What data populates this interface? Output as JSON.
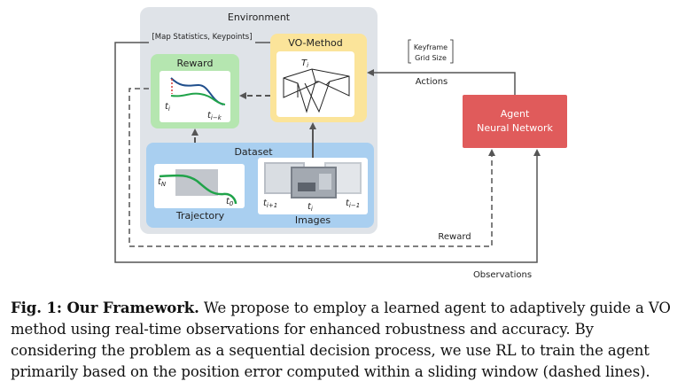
{
  "diagram": {
    "environment_label": "Environment",
    "map_stats_label": "[Map Statistics, Keypoints]",
    "vo_method_label": "VO-Method",
    "vo_t_label": "T",
    "vo_t_sub": "i",
    "reward_box_label": "Reward",
    "reward_ti": "t",
    "reward_ti_sub": "i",
    "reward_tik": "t",
    "reward_tik_sub": "i−k",
    "dataset_label": "Dataset",
    "trajectory_label": "Trajectory",
    "traj_tN": "t",
    "traj_tN_sub": "N",
    "traj_t0": "t",
    "traj_t0_sub": "0",
    "images_label": "Images",
    "img_ti1": "t",
    "img_ti1_sub": "i+1",
    "img_ti": "t",
    "img_ti_sub": "i",
    "img_tim1": "t",
    "img_tim1_sub": "i−1",
    "keyframe_label": "Keyframe",
    "gridsize_label": "Grid Size",
    "actions_label": "Actions",
    "agent_line1": "Agent",
    "agent_line2": "Neural Network",
    "reward_arrow_label": "Reward",
    "observations_label": "Observations"
  },
  "caption": {
    "heading": "Fig. 1: Our Framework.",
    "text": " We propose to employ a learned agent to adaptively guide a VO method using real-time observations for enhanced robustness and accuracy. By considering the problem as a sequential decision process, we use RL to train the agent primarily based on the position error computed within a sliding window (dashed lines)."
  },
  "colors": {
    "environment_bg": "#dfe3e8",
    "vo_box": "#fbe49a",
    "reward_box": "#b5e6b0",
    "dataset_box": "#a9cff0",
    "agent_box": "#e05b5b",
    "arrow": "#555555",
    "green_curve": "#20a34a",
    "blue_curve": "#1f4e8c"
  }
}
